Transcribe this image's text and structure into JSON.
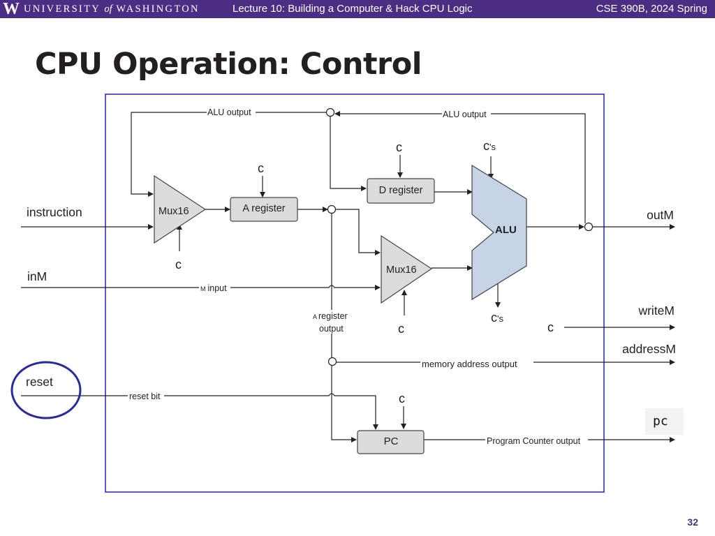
{
  "header": {
    "logo_letter": "W",
    "university": [
      "UNIVERSITY",
      "of",
      "WASHINGTON"
    ],
    "lecture_title": "Lecture 10: Building a Computer & Hack CPU Logic",
    "course": "CSE 390B, 2024 Spring"
  },
  "slide": {
    "title": "CPU Operation: Control",
    "page_number": "32"
  },
  "diagram": {
    "colors": {
      "frame": "#2222bb",
      "highlight_circle": "#2a2a9e",
      "box_fill": "#dcdcdc",
      "alu_fill": "#c6d4e6",
      "line": "#222222"
    },
    "inputs": {
      "instruction": "instruction",
      "inM": "inM",
      "reset": "reset"
    },
    "outputs": {
      "outM": "outM",
      "writeM": "writeM",
      "addressM": "addressM",
      "pc": "pc"
    },
    "components": {
      "mux_a": "Mux16",
      "a_register": "A register",
      "d_register": "D register",
      "alu": "ALU",
      "mux_am": "Mux16",
      "pc": "PC"
    },
    "wire_labels": {
      "alu_output_left": "ALU output",
      "alu_output_right": "ALU output",
      "m_input_small": "M",
      "m_input": "input",
      "a_register_output_small": "A",
      "a_register_output_1": "register",
      "a_register_output_2": "output",
      "memory_address_output": "memory address output",
      "reset_bit": "reset bit",
      "program_counter_output": "Program Counter output"
    },
    "control_labels": {
      "c": "c",
      "cs": "c",
      "cs_suffix": "'s"
    }
  }
}
